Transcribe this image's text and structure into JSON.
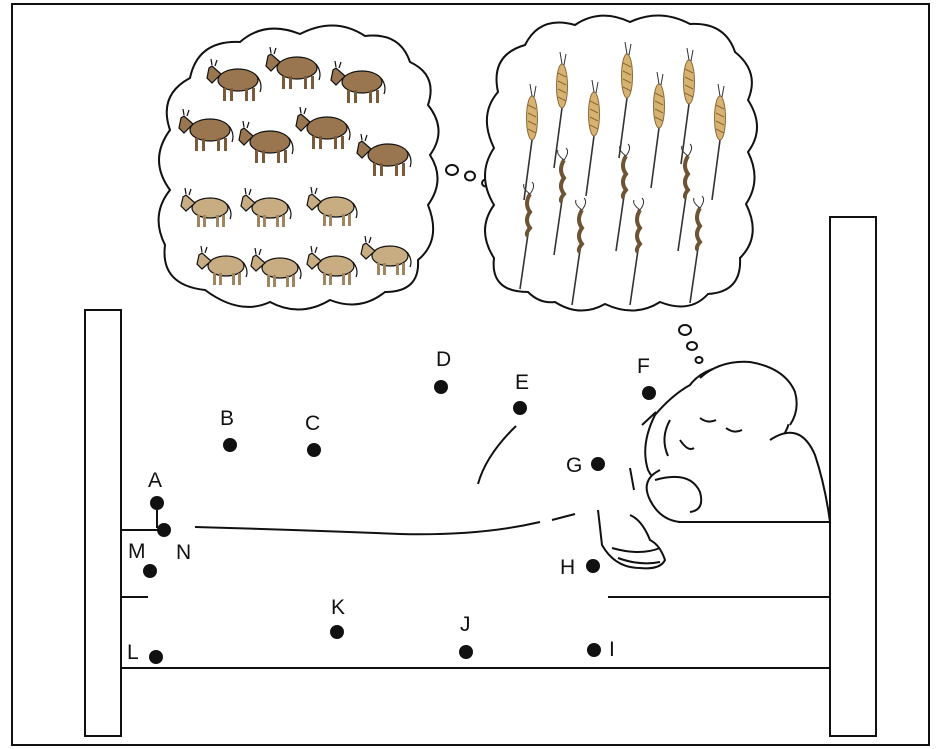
{
  "labels": {
    "A": "A",
    "B": "B",
    "C": "C",
    "D": "D",
    "E": "E",
    "F": "F",
    "G": "G",
    "H": "H",
    "I": "I",
    "J": "J",
    "K": "K",
    "L": "L",
    "M": "M",
    "N": "N"
  },
  "colors": {
    "ink": "#111111",
    "cow_dark": "#9a7650",
    "cow_light": "#c8ad82",
    "wheat_gold": "#d8b270",
    "wheat_dark": "#6e5335",
    "background": "#ffffff"
  },
  "icons": {
    "cow": "cow-icon",
    "wheat": "wheat-icon",
    "dot": "dot-icon"
  }
}
